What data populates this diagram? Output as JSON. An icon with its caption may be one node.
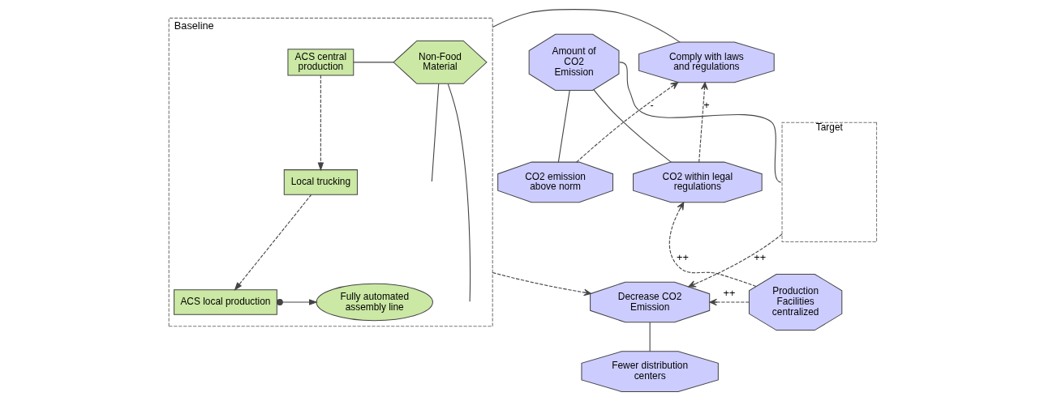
{
  "diagram": {
    "nodes": [
      {
        "text": [
          "Baseline"
        ]
      },
      {
        "text": [
          "ACS central production"
        ],
        "in": 0
      },
      {
        "text": [
          "Non-Food Material"
        ],
        "in": 0
      },
      {
        "text": [
          "Local trucking"
        ],
        "in": 0
      },
      {
        "text": [
          "ACS local production"
        ],
        "in": 0
      },
      {
        "text": [
          "Fully automated assembly line"
        ],
        "in": 0
      },
      {
        "text": [
          "Comply with laws and regulations"
        ]
      },
      {
        "text": [
          "Amount of CO2 Emission"
        ]
      },
      {
        "text": [
          "CO2 emission above norm"
        ]
      },
      {
        "text": [
          "CO2 within legal regulations"
        ]
      },
      {
        "text": [
          "Decrease CO2 Emission"
        ]
      },
      {
        "text": [
          "Production Facilities centralized"
        ]
      },
      {
        "text": [
          "Fewer distribution centers"
        ]
      },
      {
        "text": [
          "Target"
        ]
      }
    ],
    "edges": [
      {
        "from": 1,
        "to": 3,
        "arrow": "to",
        "style": "dashed"
      },
      {
        "from": 1,
        "to": 2,
        "arrow": "none"
      },
      {
        "from": 2,
        "to": null,
        "arrow": "none"
      },
      {
        "from": 2,
        "to": null,
        "arrow": "none"
      },
      {
        "from": 3,
        "to": 4,
        "arrow": "to",
        "style": "dashed"
      },
      {
        "from": 4,
        "to": 5,
        "arrow": "to"
      },
      {
        "from": 0,
        "to": 6,
        "arrow": "none"
      },
      {
        "from": 7,
        "to": 13,
        "arrow": "none"
      },
      {
        "from": 8,
        "to": 6,
        "arrow": "to",
        "style": "dashed",
        "label": "-"
      },
      {
        "from": 7,
        "to": 8,
        "arrow": "none"
      },
      {
        "from": 9,
        "to": 6,
        "arrow": "to",
        "style": "dashed",
        "label": "+"
      },
      {
        "from": 7,
        "to": 9,
        "arrow": "none"
      },
      {
        "from": 11,
        "to": 9,
        "arrow": "to",
        "style": "dashed",
        "label": "++"
      },
      {
        "from": 0,
        "to": 10,
        "arrow": "to",
        "style": "dashed"
      },
      {
        "from": 11,
        "to": 10,
        "arrow": "to",
        "style": "dashed",
        "label": "++"
      },
      {
        "from": 13,
        "to": 10,
        "arrow": "to",
        "style": "dashed",
        "label": "++"
      },
      {
        "from": 10,
        "to": 12,
        "arrow": "none"
      }
    ]
  }
}
